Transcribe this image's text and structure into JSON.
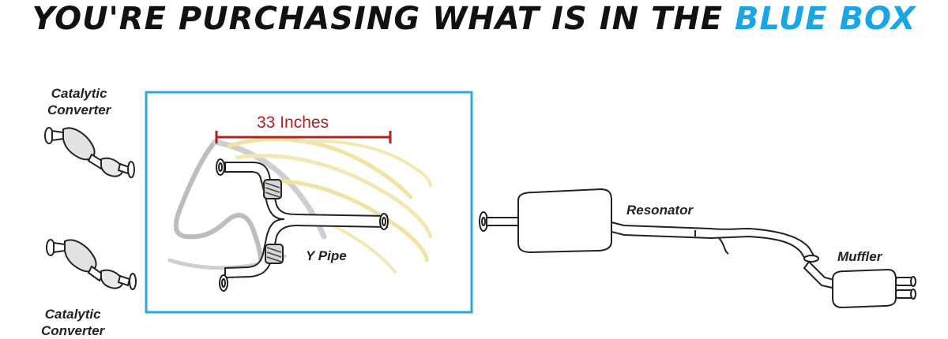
{
  "headline": {
    "main": "YOU'RE PURCHASING WHAT IS IN THE",
    "accent": "BLUE BOX",
    "accent_color": "#1aa6e4"
  },
  "labels": {
    "cat_top_line1": "Catalytic",
    "cat_top_line2": "Converter",
    "cat_bottom_line1": "Catalytic",
    "cat_bottom_line2": "Converter",
    "dimension": "33 Inches",
    "y_pipe": "Y Pipe",
    "resonator": "Resonator",
    "muffler": "Muffler"
  },
  "colors": {
    "highlight_box": "#2aa8d8",
    "dimension_line": "#b01e1e",
    "watermark_swirl": "#f1e3a2"
  }
}
